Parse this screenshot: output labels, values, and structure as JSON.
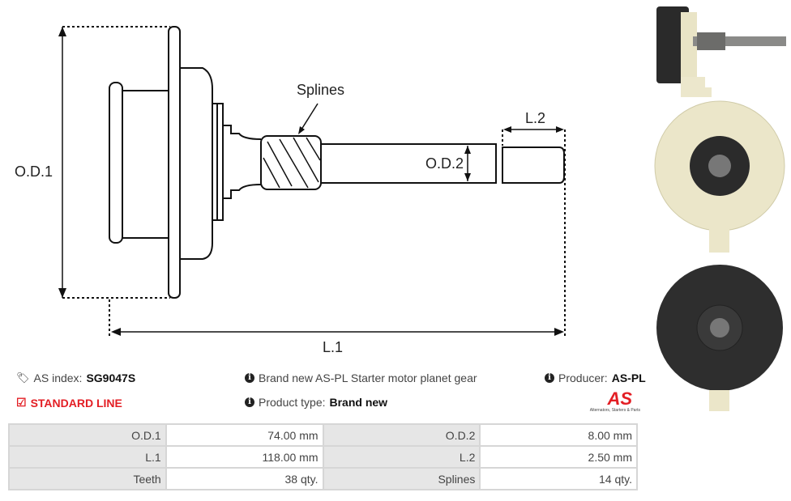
{
  "diagram": {
    "labels": {
      "od1": "O.D.1",
      "od2": "O.D.2",
      "l1": "L.1",
      "l2": "L.2",
      "splines": "Splines"
    }
  },
  "info": {
    "as_index_label": "AS index:",
    "as_index_value": "SG9047S",
    "line": "STANDARD LINE",
    "description": "Brand new AS-PL Starter motor planet gear",
    "product_type_label": "Product type:",
    "product_type_value": "Brand new",
    "producer_label": "Producer:",
    "producer_value": "AS-PL",
    "logo_text": "AS",
    "logo_tagline": "Alternators, Starters & Parts"
  },
  "specs": [
    [
      {
        "label": "O.D.1",
        "value": "74.00 mm"
      },
      {
        "label": "O.D.2",
        "value": "8.00 mm"
      }
    ],
    [
      {
        "label": "L.1",
        "value": "118.00 mm"
      },
      {
        "label": "L.2",
        "value": "2.50 mm"
      }
    ],
    [
      {
        "label": "Teeth",
        "value": "38 qty."
      },
      {
        "label": "Splines",
        "value": "14 qty."
      }
    ]
  ],
  "colors": {
    "accent": "#e31e24"
  }
}
